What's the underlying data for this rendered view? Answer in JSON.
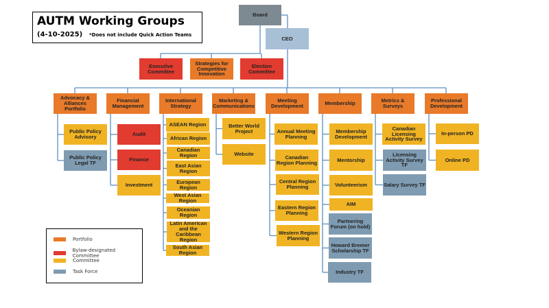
{
  "title": {
    "main": "AUTM Working Groups",
    "date": "(4-10-2025)",
    "note": "*Does not include Quick Action Teams"
  },
  "colors": {
    "portfolio": "#E87A2A",
    "bylaw": "#E23B30",
    "committee": "#F0B323",
    "taskforce": "#7F9BB1",
    "board": "#7E8A92",
    "ceo": "#A8C0D6",
    "connector": "#5B8FC1"
  },
  "top": {
    "board": "Board",
    "ceo": "CEO",
    "board_committees": [
      {
        "label": "Executive Committee",
        "type": "bylaw"
      },
      {
        "label": "Strategies for Competitive Innovation",
        "type": "portfolio"
      },
      {
        "label": "Election Committee",
        "type": "bylaw"
      }
    ]
  },
  "portfolios": [
    {
      "label": "Advocacy & Alliances Portfolio",
      "children": [
        {
          "label": "Public Policy Advisory",
          "type": "committee"
        },
        {
          "label": "Public Policy Legal TF",
          "type": "taskforce"
        }
      ]
    },
    {
      "label": "Financial Management",
      "children": [
        {
          "label": "Audit",
          "type": "bylaw"
        },
        {
          "label": "Finance",
          "type": "bylaw"
        },
        {
          "label": "Investment",
          "type": "committee"
        }
      ]
    },
    {
      "label": "International Strategy",
      "children": [
        {
          "label": "ASEAN Region",
          "type": "committee"
        },
        {
          "label": "African Region",
          "type": "committee"
        },
        {
          "label": "Canadian Region",
          "type": "committee"
        },
        {
          "label": "East Asian Region",
          "type": "committee"
        },
        {
          "label": "European Region",
          "type": "committee"
        },
        {
          "label": "West Asian Region",
          "type": "committee"
        },
        {
          "label": "Oceanian Region",
          "type": "committee"
        },
        {
          "label": "Latin American and the Caribbean Region",
          "type": "committee"
        },
        {
          "label": "South Asian Region",
          "type": "committee"
        }
      ]
    },
    {
      "label": "Marketing & Communications",
      "children": [
        {
          "label": "Better World Project",
          "type": "committee"
        },
        {
          "label": "Website",
          "type": "committee"
        }
      ]
    },
    {
      "label": "Meeting Development",
      "children": [
        {
          "label": "Annual Meeting Planning",
          "type": "committee"
        },
        {
          "label": "Canadian Region Planning",
          "type": "committee"
        },
        {
          "label": "Central Region Planning",
          "type": "committee"
        },
        {
          "label": "Eastern Region Planning",
          "type": "committee"
        },
        {
          "label": "Western Region Planning",
          "type": "committee"
        }
      ]
    },
    {
      "label": "Membership",
      "children": [
        {
          "label": "Membership Development",
          "type": "committee"
        },
        {
          "label": "Mentorship",
          "type": "committee"
        },
        {
          "label": "Volunteerism",
          "type": "committee"
        },
        {
          "label": "AIM",
          "type": "committee"
        },
        {
          "label": "Partnering Forum (on hold)",
          "type": "taskforce"
        },
        {
          "label": "Howard Bremer Scholarship TF",
          "type": "taskforce"
        },
        {
          "label": "Industry TF",
          "type": "taskforce"
        }
      ]
    },
    {
      "label": "Metrics & Surveys",
      "children": [
        {
          "label": "Canadian Licensing Activity Survey",
          "type": "committee"
        },
        {
          "label": "Licensing Activity Survey TF",
          "type": "taskforce"
        },
        {
          "label": "Salary Survey TF",
          "type": "taskforce"
        }
      ]
    },
    {
      "label": "Professional Development",
      "children": [
        {
          "label": "In-person PD",
          "type": "committee"
        },
        {
          "label": "Online PD",
          "type": "committee"
        }
      ]
    }
  ],
  "legend": [
    {
      "label": "Portfolio",
      "type": "portfolio"
    },
    {
      "label": "Bylaw-designated Committee",
      "type": "bylaw"
    },
    {
      "label": "Committee",
      "type": "committee"
    },
    {
      "label": "Task Force",
      "type": "taskforce"
    }
  ]
}
